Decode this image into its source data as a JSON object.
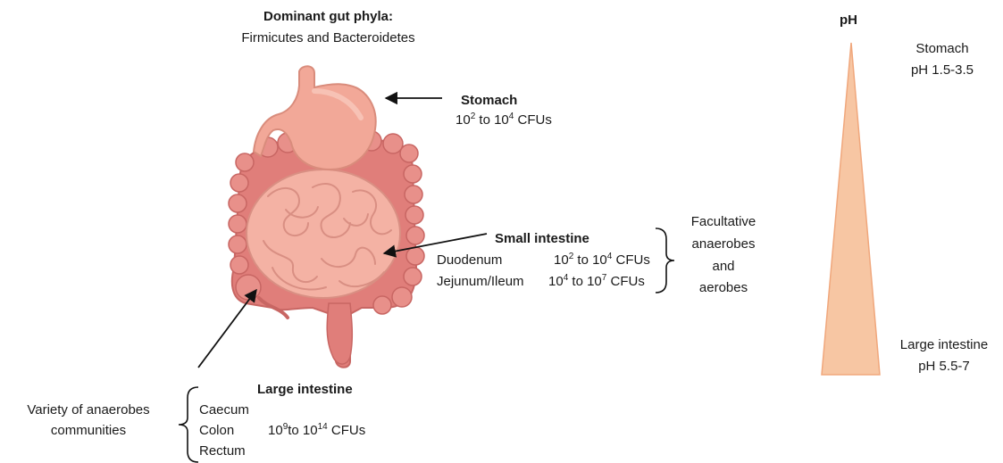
{
  "header": {
    "title": "Dominant gut phyla:",
    "subtitle": "Firmicutes and Bacteroidetes"
  },
  "stomach": {
    "title": "Stomach",
    "count": {
      "a": "10",
      "a_exp": "2",
      "mid": " to 10",
      "b_exp": "4",
      "unit": " CFUs"
    }
  },
  "small_intestine": {
    "title": "Small intestine",
    "rows": [
      {
        "name": "Duodenum",
        "a": "10",
        "a_exp": "2",
        "mid": " to 10",
        "b_exp": "4",
        "unit": " CFUs"
      },
      {
        "name": "Jejunum/Ileum",
        "a": "10",
        "a_exp": "4",
        "mid": " to 10",
        "b_exp": "7",
        "unit": " CFUs"
      }
    ],
    "note_lines": [
      "Facultative",
      "anaerobes",
      "and",
      "aerobes"
    ]
  },
  "large_intestine": {
    "title": "Large intestine",
    "sections": [
      "Caecum",
      "Colon",
      "Rectum"
    ],
    "count": {
      "a": "10",
      "a_exp": "9",
      "mid": "to 10",
      "b_exp": "14",
      "unit": " CFUs"
    },
    "note_lines": [
      "Variety of anaerobes",
      "communities"
    ]
  },
  "ph_panel": {
    "title": "pH",
    "top_label": [
      "Stomach",
      "pH 1.5-3.5"
    ],
    "bottom_label": [
      "Large intestine",
      "pH 5.5-7"
    ],
    "triangle_color": "#f7c6a3",
    "triangle_edge": "#f0a77c"
  },
  "colors": {
    "stomach": "#f2a898",
    "small_intestine": "#f4b2a4",
    "large_intestine": "#e07e7a",
    "arrow": "#111111"
  }
}
